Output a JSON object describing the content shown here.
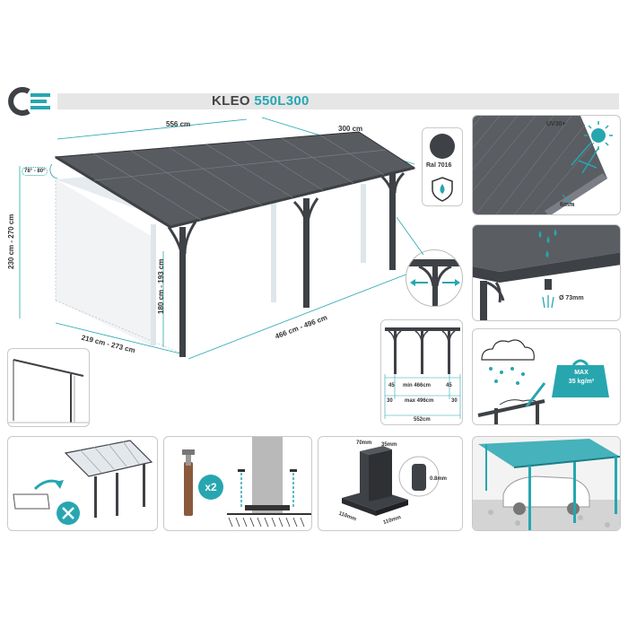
{
  "header": {
    "product_name": "KLEO",
    "model_code": "550L300"
  },
  "main_view": {
    "width_label": "556 cm",
    "depth_label": "300 cm",
    "angle_label": "78° - 80°",
    "height_label": "230 cm - 270 cm",
    "post_height_label": "180 cm - 193 cm",
    "side_span_label": "219 cm - 273 cm",
    "front_span_label": "466 cm - 496 cm"
  },
  "color_spec": {
    "ral_label": "Ral 7016"
  },
  "roof_panel": {
    "uv_label": "UV30+",
    "thickness_label": "6mm"
  },
  "gutter": {
    "diameter_label": "Ø 73mm"
  },
  "post_spacing": {
    "left_edge": "45",
    "min_span": "min 466cm",
    "right_edge": "45",
    "left_offset": "30",
    "max_span": "max 496cm",
    "right_offset": "30",
    "total": "552cm"
  },
  "snow_load": {
    "line1": "MAX",
    "line2": "35 kg/m²"
  },
  "anchor": {
    "quantity": "x2"
  },
  "base_plate": {
    "post_width": "70mm",
    "post_depth": "35mm",
    "wall_thickness": "0.8mm",
    "plate_a": "110mm",
    "plate_b": "110mm"
  },
  "colors": {
    "accent": "#27a6b0",
    "frame": "#3e4145",
    "roof": "#585b60"
  }
}
